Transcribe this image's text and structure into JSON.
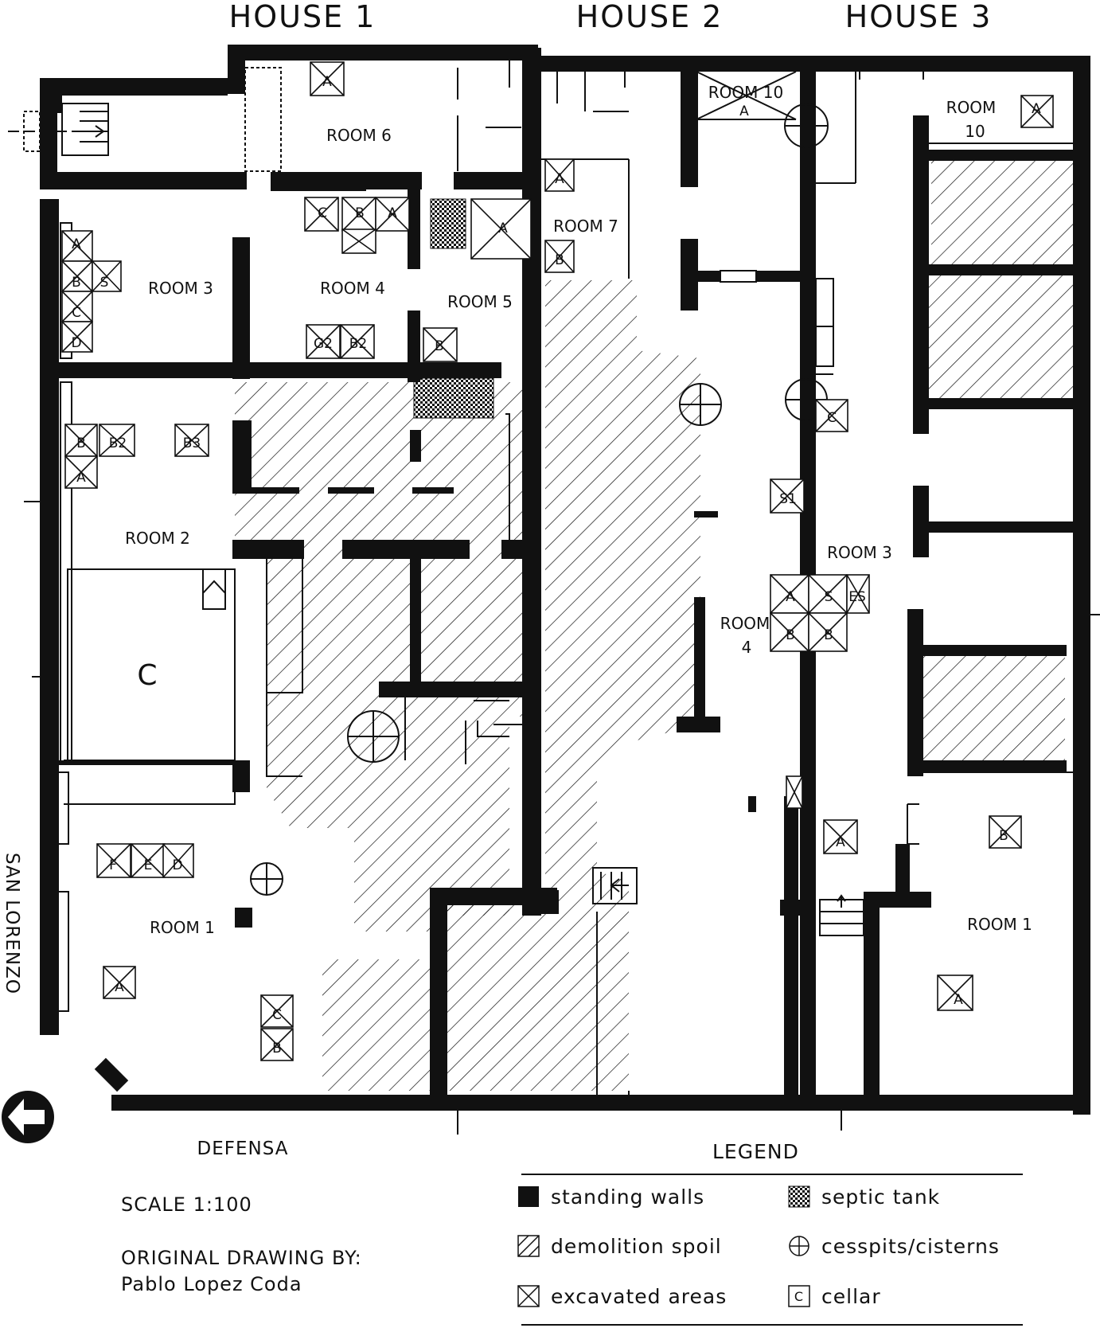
{
  "houses": [
    "HOUSE 1",
    "HOUSE 2",
    "HOUSE 3"
  ],
  "streets": {
    "bottom": "DEFENSA",
    "left": "SAN LORENZO"
  },
  "rooms": {
    "h1_room6": "ROOM 6",
    "h1_room3": "ROOM 3",
    "h1_room4": "ROOM 4",
    "h1_room5": "ROOM 5",
    "h1_room2": "ROOM 2",
    "h1_room1": "ROOM 1",
    "h2_room7": "ROOM 7",
    "h2_room10": "ROOM 10",
    "h2_room4_a": "ROOM",
    "h2_room4_b": "4",
    "h3_room10_a": "ROOM",
    "h3_room10_b": "10",
    "h3_room3": "ROOM 3",
    "h3_room1": "ROOM 1"
  },
  "cellar_mark": "C",
  "excavation_codes": {
    "r6_a": "A",
    "r4_c": "C",
    "r4_b": "B",
    "r4_a": "A",
    "r4_g2": "G2",
    "r4_b2": "B2",
    "r5_a": "A",
    "r5_b": "B",
    "r3_a": "A",
    "r3_b": "B",
    "r3_s": "S",
    "r3_c": "C",
    "r3_d": "D",
    "r2_b": "B",
    "r2_b2": "B2",
    "r2_b3": "B3",
    "r2_a": "A",
    "r1_f": "F",
    "r1_e": "E",
    "r1_d": "D",
    "r1_a": "A",
    "r1_c": "C",
    "r1_b": "B",
    "h2r7_a": "A",
    "h2r7_b": "B",
    "h2r10_a": "A",
    "h2_c": "C",
    "h2_s1": "S1",
    "h2r4_a1": "A",
    "h2r4_s": "S",
    "h2r4_es": "ES",
    "h2r4_b1": "B",
    "h2r4_b2": "B",
    "h2_a_low": "A",
    "h3r10_a": "A",
    "h3r1_b": "B",
    "h3r1_a": "A"
  },
  "notes": {
    "scale": "SCALE 1:100",
    "credit_line1": "ORIGINAL DRAWING BY:",
    "credit_line2": "Pablo Lopez Coda"
  },
  "legend": {
    "title": "LEGEND",
    "items": [
      {
        "label": "standing walls",
        "icon": "filled-square-icon"
      },
      {
        "label": "septic tank",
        "icon": "crosshatch-square-icon"
      },
      {
        "label": "demolition spoil",
        "icon": "hatched-square-icon"
      },
      {
        "label": "cesspits/cisterns",
        "icon": "circle-cross-icon"
      },
      {
        "label": "excavated areas",
        "icon": "crossed-square-icon"
      },
      {
        "label": "cellar",
        "icon": "letter-c-square-icon"
      }
    ]
  },
  "colors": {
    "ink": "#111111",
    "paper": "#ffffff"
  }
}
